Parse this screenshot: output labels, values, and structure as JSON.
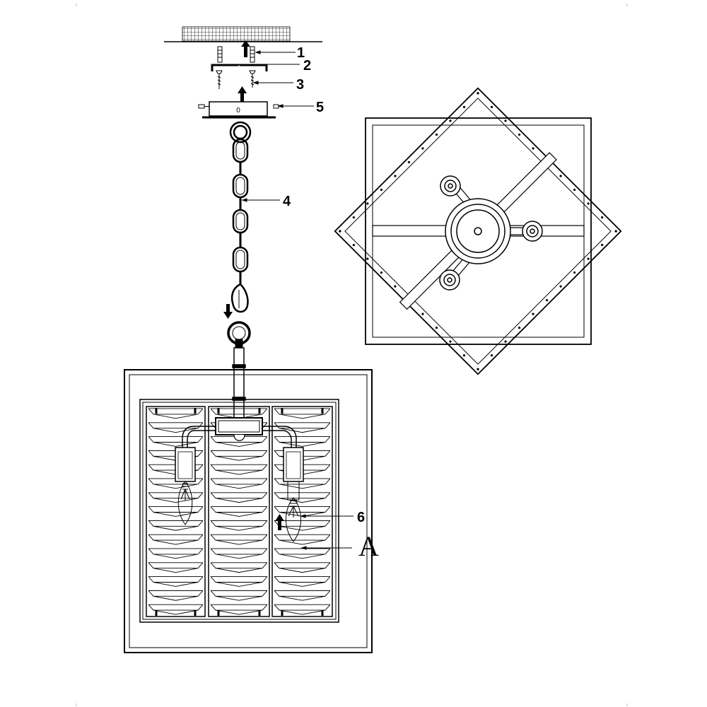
{
  "diagram": {
    "callouts": {
      "c1": "1",
      "c2": "2",
      "c3": "3",
      "c4": "4",
      "c5": "5",
      "c6": "6",
      "cA": "A"
    },
    "canopy_mark": "0"
  }
}
